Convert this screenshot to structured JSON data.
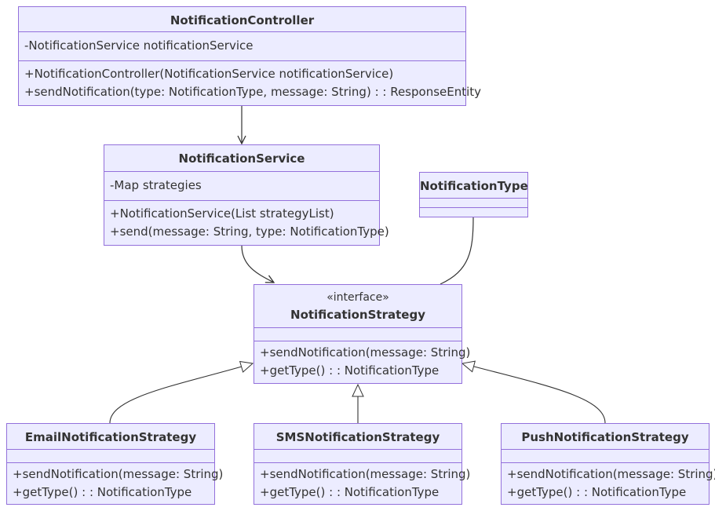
{
  "classes": {
    "controller": {
      "name": "NotificationController",
      "attributes": [
        "-NotificationService notificationService"
      ],
      "methods": [
        "+NotificationController(NotificationService notificationService)",
        "+sendNotification(type: NotificationType, message: String) : : ResponseEntity"
      ]
    },
    "service": {
      "name": "NotificationService",
      "attributes": [
        "-Map strategies"
      ],
      "methods": [
        "+NotificationService(List strategyList)",
        "+send(message: String, type: NotificationType)"
      ]
    },
    "type": {
      "name": "NotificationType",
      "attributes": [],
      "methods": []
    },
    "strategy": {
      "stereotype": "«interface»",
      "name": "NotificationStrategy",
      "attributes": [],
      "methods": [
        "+sendNotification(message: String)",
        "+getType() : : NotificationType"
      ]
    },
    "email": {
      "name": "EmailNotificationStrategy",
      "attributes": [],
      "methods": [
        "+sendNotification(message: String)",
        "+getType() : : NotificationType"
      ]
    },
    "sms": {
      "name": "SMSNotificationStrategy",
      "attributes": [],
      "methods": [
        "+sendNotification(message: String)",
        "+getType() : : NotificationType"
      ]
    },
    "push": {
      "name": "PushNotificationStrategy",
      "attributes": [],
      "methods": [
        "+sendNotification(message: String)",
        "+getType() : : NotificationType"
      ]
    }
  },
  "relations": [
    {
      "from": "controller",
      "to": "service",
      "kind": "association"
    },
    {
      "from": "service",
      "to": "strategy",
      "kind": "association"
    },
    {
      "from": "type",
      "to": "strategy",
      "kind": "link"
    },
    {
      "from": "email",
      "to": "strategy",
      "kind": "realization"
    },
    {
      "from": "sms",
      "to": "strategy",
      "kind": "realization"
    },
    {
      "from": "push",
      "to": "strategy",
      "kind": "realization"
    }
  ],
  "colors": {
    "fill": "#ececff",
    "border": "#9370db",
    "text": "#333333",
    "edge": "#333333"
  }
}
